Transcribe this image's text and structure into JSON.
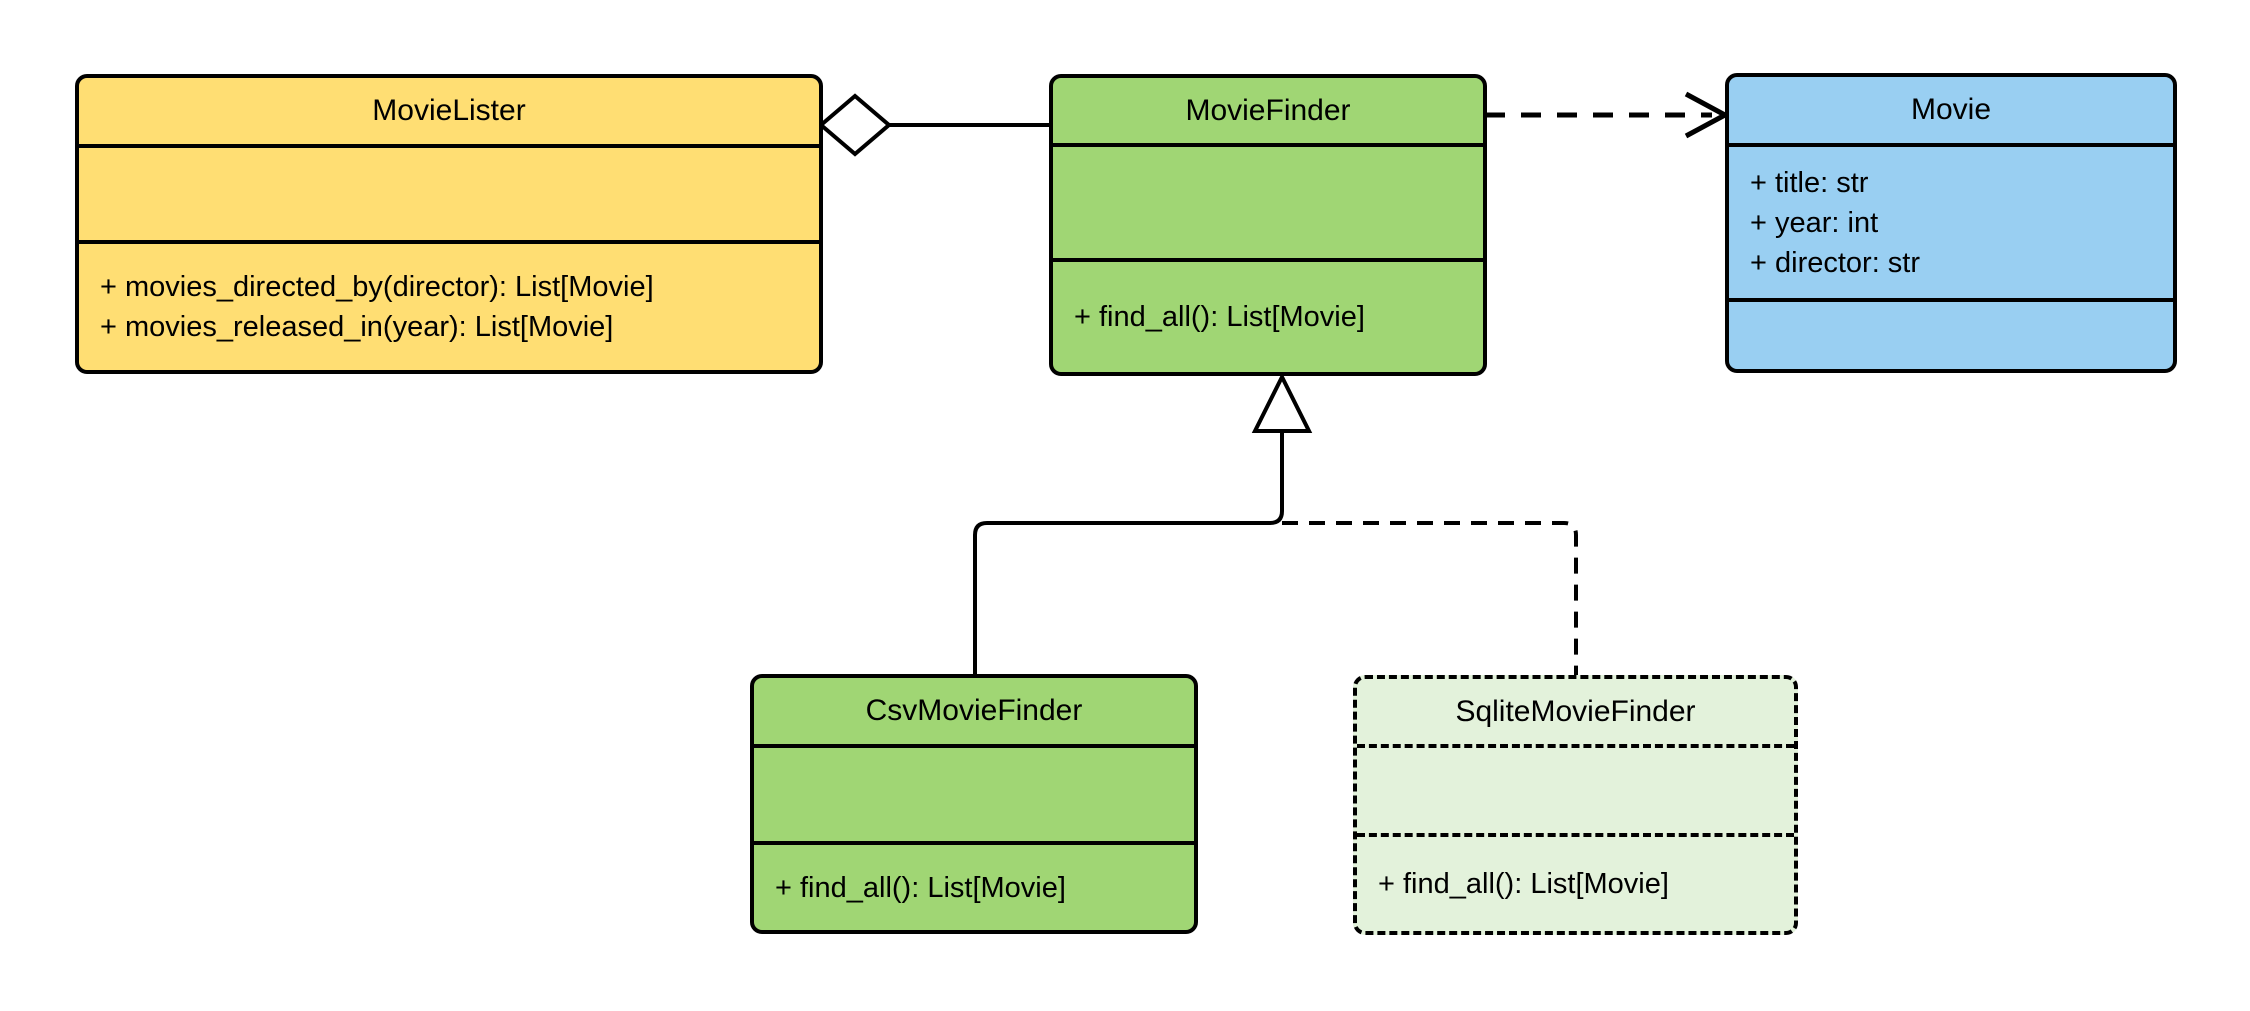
{
  "diagram": {
    "kind": "uml-class-diagram",
    "background": "#ffffff",
    "line_color": "#000000",
    "classes": {
      "movie_lister": {
        "name": "MovieLister",
        "fill": "#FFDE73",
        "border": "solid",
        "attributes": [],
        "methods": [
          "+ movies_directed_by(director): List[Movie]",
          "+ movies_released_in(year): List[Movie]"
        ]
      },
      "movie_finder": {
        "name": "MovieFinder",
        "fill": "#A0D674",
        "border": "solid",
        "attributes": [],
        "methods": [
          "+ find_all(): List[Movie]"
        ]
      },
      "movie": {
        "name": "Movie",
        "fill": "#99CFF2",
        "border": "solid",
        "attributes": [
          "+ title: str",
          "+ year: int",
          "+ director: str"
        ],
        "methods": []
      },
      "csv_movie_finder": {
        "name": "CsvMovieFinder",
        "fill": "#A0D674",
        "border": "solid",
        "attributes": [],
        "methods": [
          "+ find_all(): List[Movie]"
        ]
      },
      "sqlite_movie_finder": {
        "name": "SqliteMovieFinder",
        "fill": "#E3F2DB",
        "border": "dashed",
        "attributes": [],
        "methods": [
          "+ find_all(): List[Movie]"
        ]
      }
    },
    "relationships": [
      {
        "type": "aggregation",
        "owner": "MovieLister",
        "part": "MovieFinder",
        "line": "solid",
        "marker": "hollow-diamond"
      },
      {
        "type": "dependency",
        "from": "MovieFinder",
        "to": "Movie",
        "line": "dashed",
        "marker": "open-arrowhead"
      },
      {
        "type": "inheritance",
        "child": "CsvMovieFinder",
        "parent": "MovieFinder",
        "line": "solid",
        "marker": "hollow-triangle"
      },
      {
        "type": "inheritance",
        "child": "SqliteMovieFinder",
        "parent": "MovieFinder",
        "line": "dashed",
        "marker": "hollow-triangle"
      }
    ]
  }
}
